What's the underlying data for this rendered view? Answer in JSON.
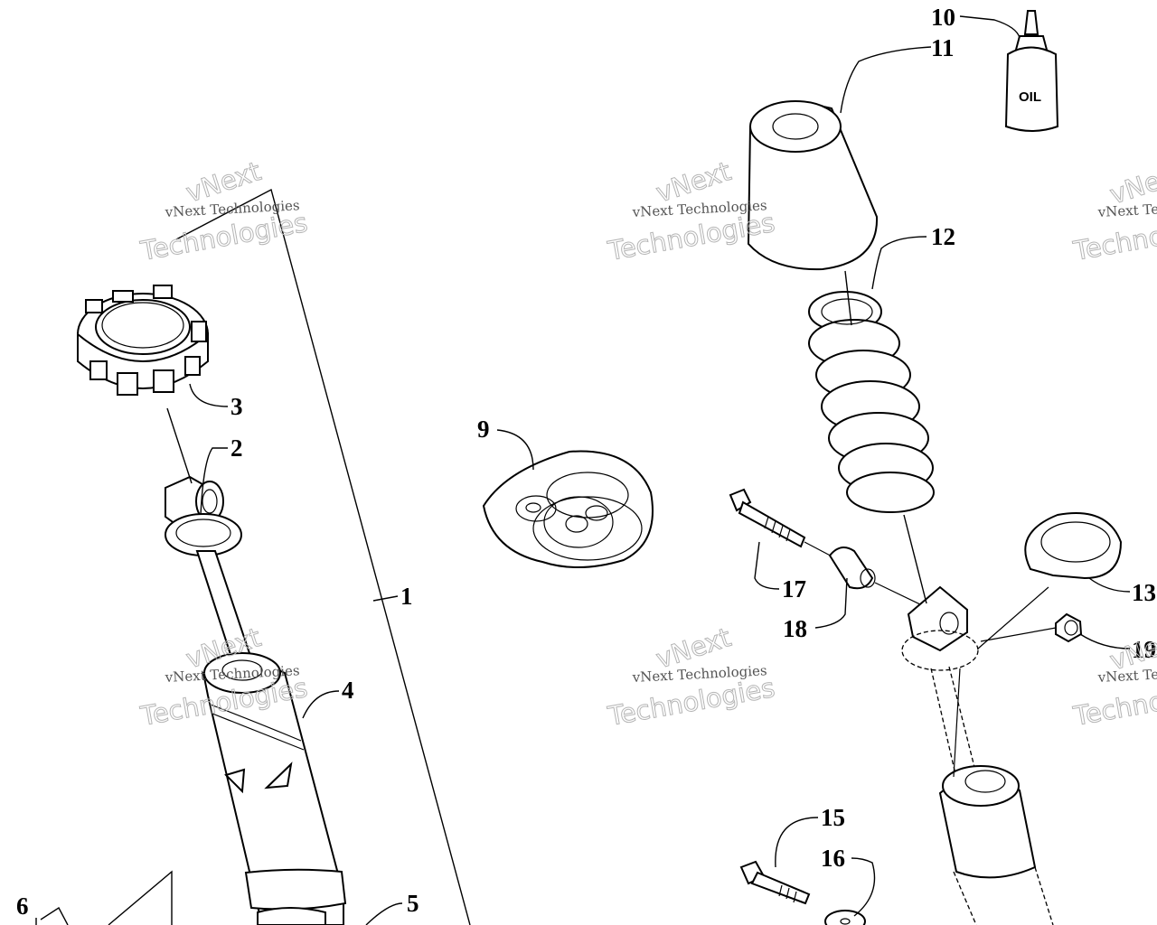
{
  "callouts": {
    "c1": "1",
    "c2": "2",
    "c3": "3",
    "c4": "4",
    "c5": "5",
    "c6": "6",
    "c9": "9",
    "c10": "10",
    "c11": "11",
    "c12": "12",
    "c13": "13",
    "c15": "15",
    "c16": "16",
    "c17": "17",
    "c18": "18",
    "c19": "19"
  },
  "labels": {
    "oil": "OIL"
  },
  "watermark": {
    "line1": "vNext Technologies",
    "line2": "vNext",
    "line3": "Technologies"
  }
}
